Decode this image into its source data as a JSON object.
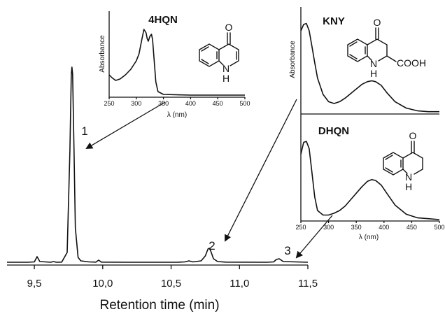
{
  "chart_data": [
    {
      "type": "line",
      "title": "",
      "xlabel": "Retention time (min)",
      "ylabel": "",
      "xlim": [
        9.3,
        11.5
      ],
      "xticks": [
        "9,5",
        "10,0",
        "10,5",
        "11,0",
        "11,5"
      ],
      "series": [
        {
          "x": [
            9.3,
            9.45,
            9.5,
            9.52,
            9.54,
            9.58,
            9.62,
            9.64,
            9.66,
            9.7,
            9.74,
            9.76,
            9.77,
            9.775,
            9.78,
            9.79,
            9.8,
            9.82,
            9.84,
            9.9,
            9.95,
            9.97,
            9.99,
            10.2,
            10.4,
            10.55,
            10.6,
            10.63,
            10.66,
            10.72,
            10.75,
            10.77,
            10.78,
            10.79,
            10.81,
            10.84,
            10.9,
            11.2,
            11.25,
            11.27,
            11.29,
            11.32,
            11.5
          ],
          "y": [
            1,
            1,
            1.5,
            9,
            2,
            1.5,
            1,
            2,
            1,
            1.2,
            15,
            160,
            270,
            280,
            270,
            160,
            50,
            8,
            3,
            1.5,
            1.2,
            4,
            1.2,
            1,
            1,
            1.1,
            1.5,
            3,
            1.5,
            3,
            10,
            20,
            21,
            17,
            6,
            2,
            1.2,
            1,
            1.5,
            5,
            6,
            2,
            1
          ],
          "peak_labels": [
            {
              "label": "1",
              "x": 9.78
            },
            {
              "label": "2",
              "x": 10.78
            },
            {
              "label": "3",
              "x": 11.28
            }
          ]
        }
      ]
    },
    {
      "type": "line",
      "title": "4HQN",
      "xlabel": "λ (nm)",
      "ylabel": "Absorbance",
      "xlim": [
        250,
        500
      ],
      "xticks": [
        "250",
        "300",
        "350",
        "400",
        "450",
        "500"
      ],
      "series": [
        {
          "x": [
            250,
            255,
            262,
            270,
            280,
            290,
            300,
            305,
            310,
            314,
            318,
            320,
            322,
            325,
            328,
            330,
            333,
            336,
            340,
            350,
            400,
            500
          ],
          "y": [
            0.3,
            0.26,
            0.22,
            0.24,
            0.3,
            0.38,
            0.5,
            0.6,
            0.8,
            0.95,
            0.9,
            0.82,
            0.78,
            0.85,
            0.88,
            0.8,
            0.5,
            0.2,
            0.06,
            0.02,
            0.01,
            0.01
          ]
        }
      ],
      "structure_label": "N\nH"
    },
    {
      "type": "line",
      "title": "KNY",
      "xlabel": "",
      "ylabel": "Absorbance",
      "xlim": [
        250,
        500
      ],
      "series": [
        {
          "x": [
            250,
            255,
            260,
            265,
            270,
            275,
            280,
            290,
            300,
            310,
            320,
            330,
            340,
            350,
            360,
            370,
            378,
            385,
            395,
            405,
            420,
            440,
            460,
            480,
            500
          ],
          "y": [
            0.9,
            0.97,
            0.98,
            0.9,
            0.73,
            0.55,
            0.38,
            0.2,
            0.12,
            0.1,
            0.12,
            0.16,
            0.21,
            0.26,
            0.31,
            0.34,
            0.35,
            0.34,
            0.3,
            0.22,
            0.12,
            0.05,
            0.02,
            0.01,
            0.01
          ]
        }
      ],
      "structure_label": "N\nH",
      "group_label": "COOH"
    },
    {
      "type": "line",
      "title": "DHQN",
      "xlabel": "λ (nm)",
      "ylabel": "",
      "xlim": [
        250,
        500
      ],
      "xticks": [
        "250",
        "300",
        "350",
        "400",
        "450",
        "500"
      ],
      "series": [
        {
          "x": [
            250,
            255,
            260,
            265,
            270,
            275,
            280,
            290,
            300,
            310,
            320,
            330,
            340,
            350,
            360,
            370,
            378,
            385,
            395,
            405,
            420,
            440,
            460,
            480,
            500
          ],
          "y": [
            0.72,
            0.85,
            0.86,
            0.78,
            0.52,
            0.25,
            0.1,
            0.05,
            0.05,
            0.07,
            0.1,
            0.15,
            0.22,
            0.29,
            0.36,
            0.42,
            0.44,
            0.43,
            0.38,
            0.29,
            0.16,
            0.06,
            0.02,
            0.01,
            0.0
          ]
        }
      ],
      "structure_label": "N\nH"
    }
  ]
}
